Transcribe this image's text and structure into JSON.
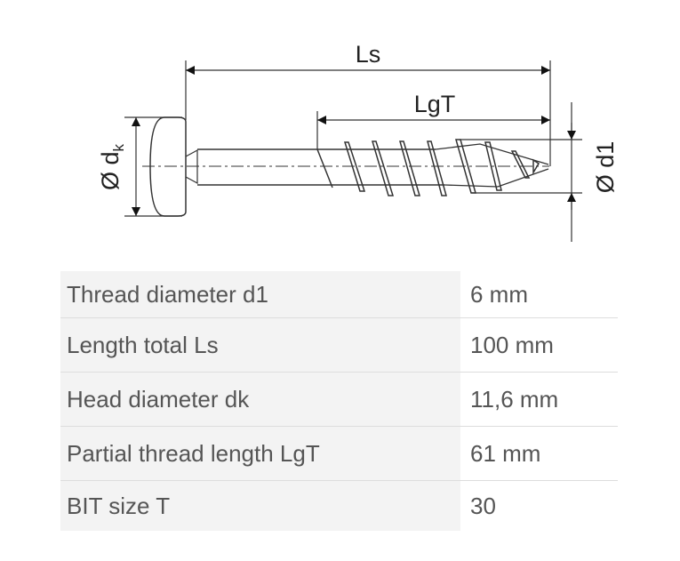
{
  "diagram": {
    "labels": {
      "ls": "Ls",
      "lgt": "LgT",
      "dk_symbol": "Ø d",
      "dk_sub": "k",
      "d1": "Ø d1"
    }
  },
  "specs": [
    {
      "label": "Thread diameter d1",
      "value": "6 mm"
    },
    {
      "label": "Length total Ls",
      "value": "100 mm"
    },
    {
      "label": "Head diameter dk",
      "value": "11,6 mm"
    },
    {
      "label": "Partial thread length LgT",
      "value": "61 mm"
    },
    {
      "label": "BIT size T",
      "value": "30"
    }
  ]
}
